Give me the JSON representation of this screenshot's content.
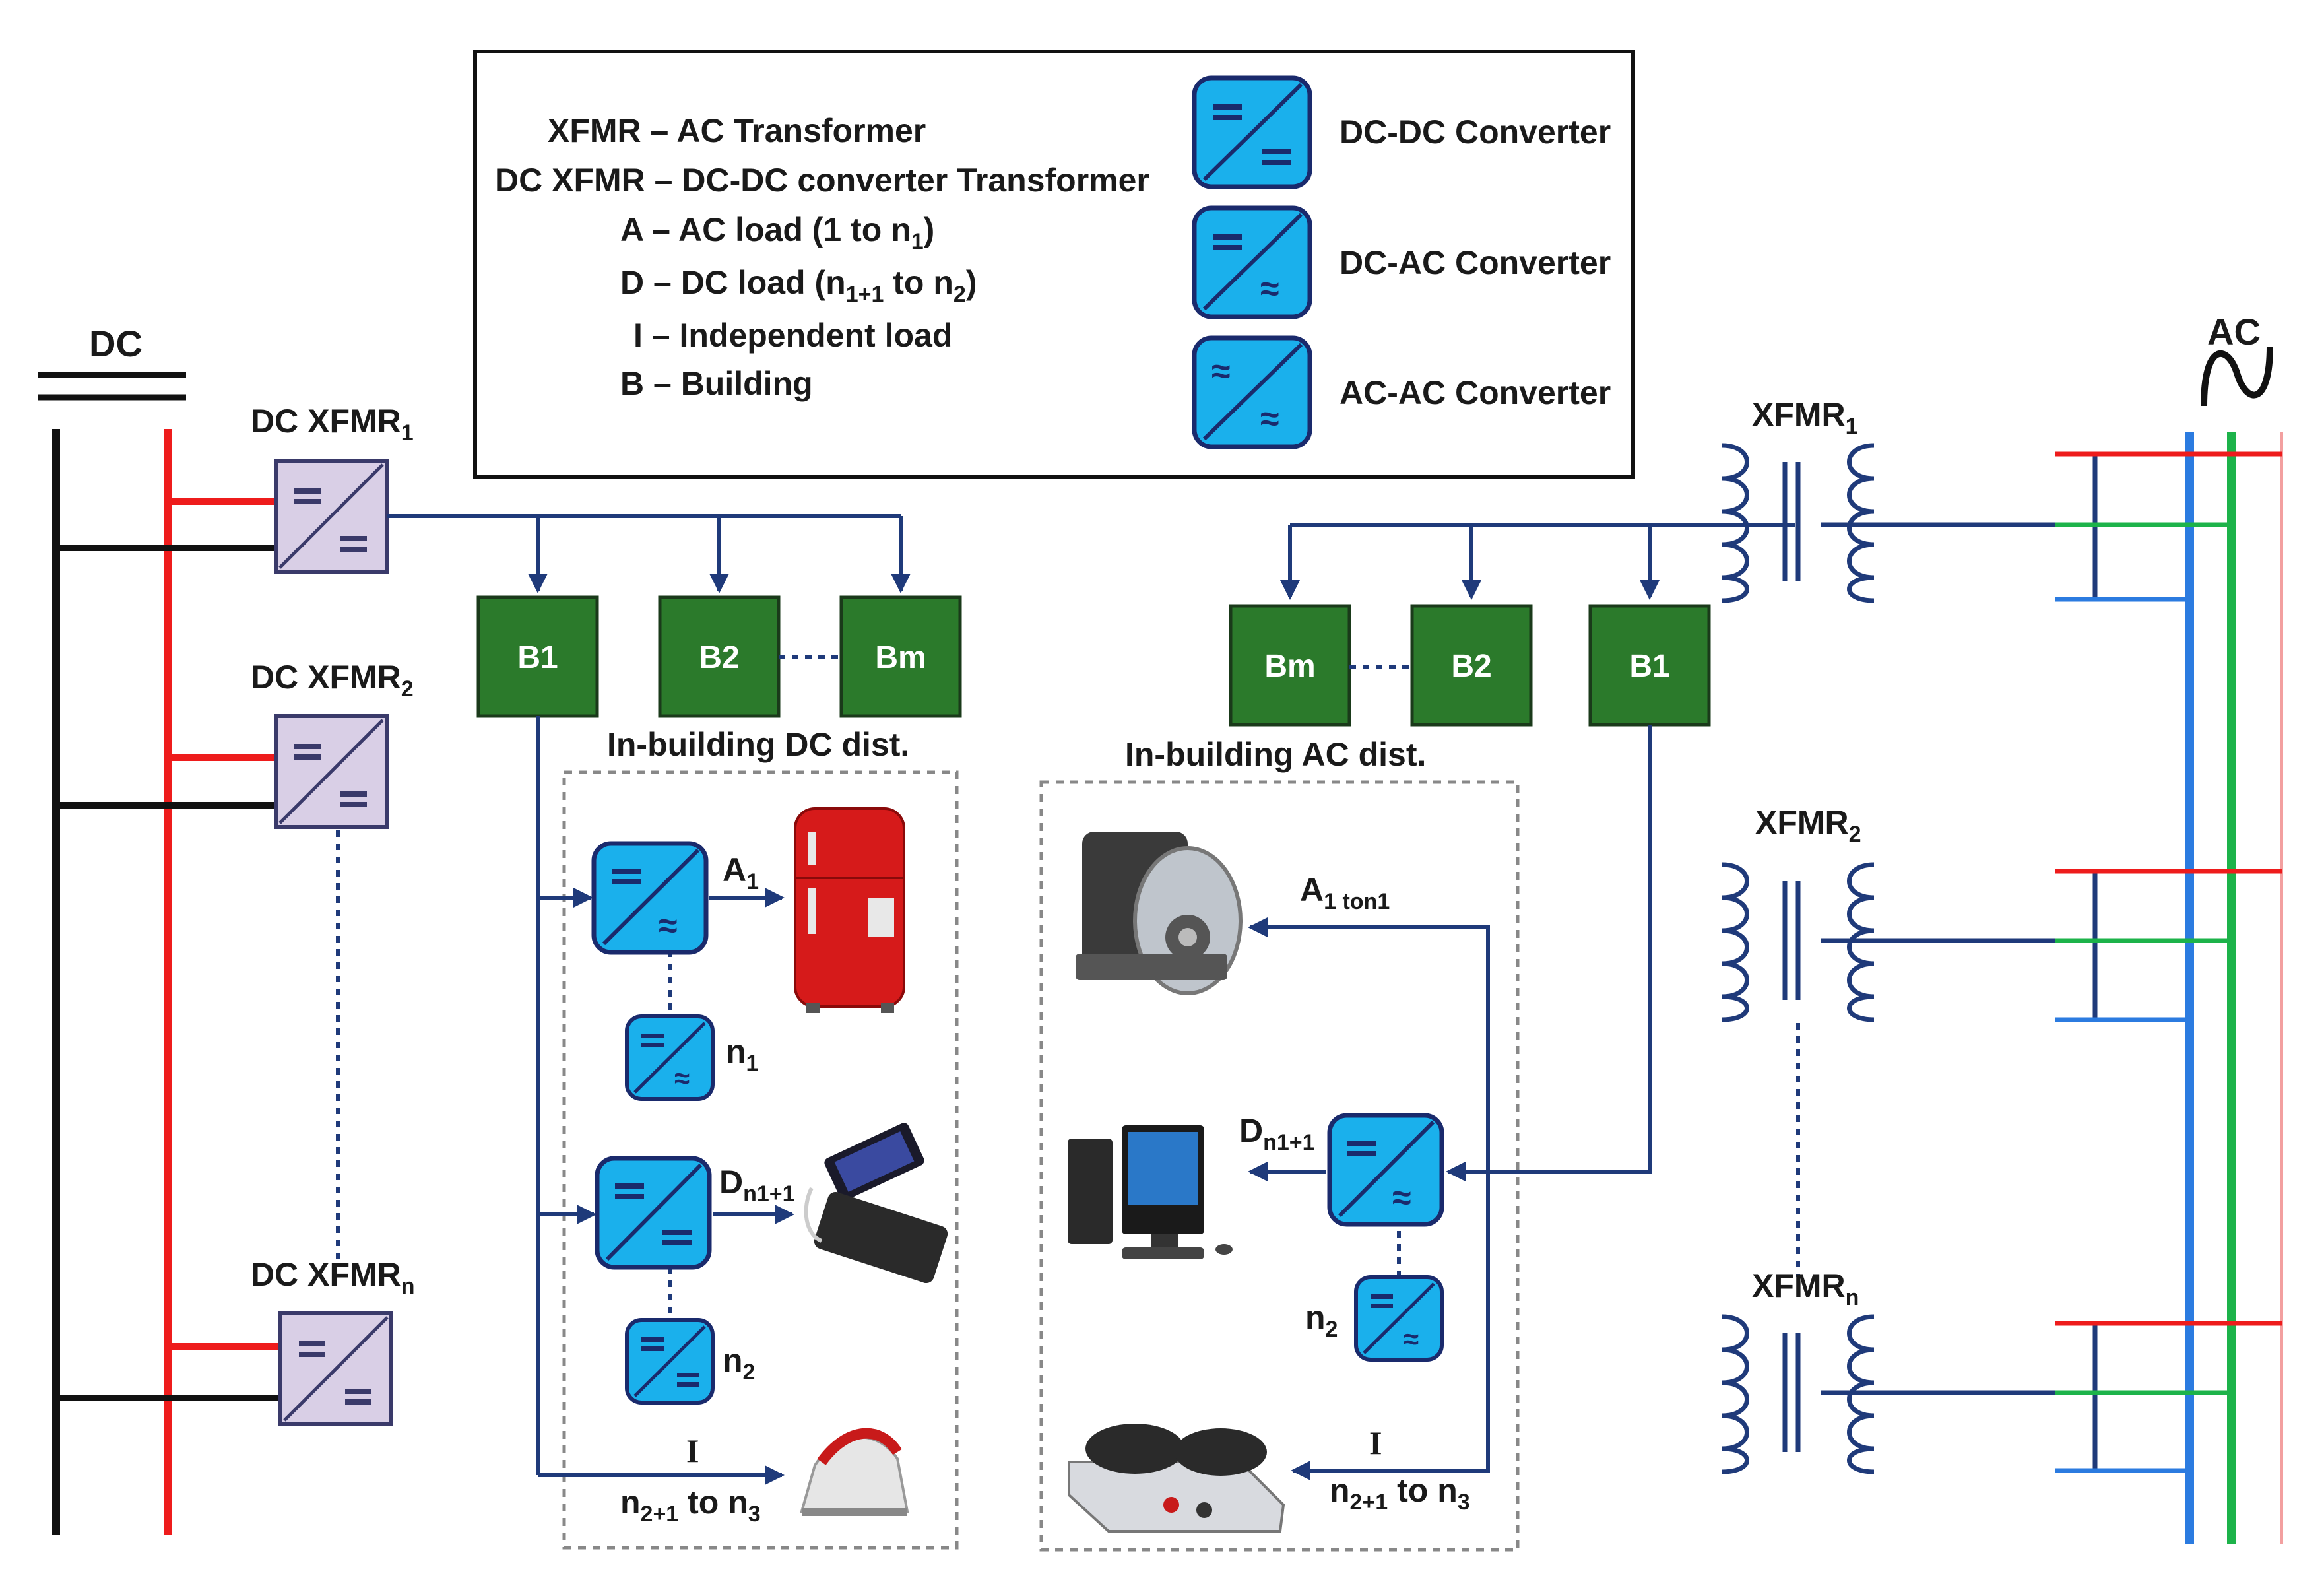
{
  "legend": {
    "items": [
      "XFMR – AC Transformer",
      "DC XFMR – DC-DC converter Transformer",
      "A – AC load (1 to n",
      "D – DC load (n",
      "I – Independent load",
      "B – Building"
    ],
    "subs": {
      "a_sub": "1",
      "a_close": ")",
      "d_sub": "1+1",
      "d_tail": " to n",
      "d_sub2": "2",
      "d_close": ")"
    },
    "symbols": [
      "DC-DC Converter",
      "DC-AC Converter",
      "AC-AC Converter"
    ]
  },
  "dc_side": {
    "bus_label": "DC",
    "xfmr_label": "DC XFMR",
    "xfmr_subs": [
      "1",
      "2",
      "n"
    ],
    "buildings": [
      "B1",
      "B2",
      "Bm"
    ],
    "dist_label": "In-building DC dist.",
    "labels": {
      "a": "A",
      "a_sub": "1",
      "n1": "n",
      "n1_sub": "1",
      "d": "D",
      "d_sub": "n1+1",
      "n2": "n",
      "n2_sub": "2",
      "i": "I",
      "range_n": "n",
      "range_sub": "2+1",
      "range_to": " to n",
      "range_sub2": "3"
    }
  },
  "ac_side": {
    "bus_label": "AC",
    "xfmr_label": "XFMR",
    "xfmr_subs": [
      "1",
      "2",
      "n"
    ],
    "buildings": [
      "Bm",
      "B2",
      "B1"
    ],
    "dist_label": "In-building AC dist.",
    "labels": {
      "a": "A",
      "a_sub": "1 ton1",
      "d": "D",
      "d_sub": "n1+1",
      "n2": "n",
      "n2_sub": "2",
      "i": "I",
      "range_n": "n",
      "range_sub": "2+1",
      "range_to": " to n",
      "range_sub2": "3"
    }
  },
  "colors": {
    "converter_fill": "#1ab0ec",
    "converter_border": "#1a2a6c",
    "dc_xfmr_fill": "#d9cfe6",
    "building_fill": "#2b7a2b",
    "wire_dark": "#1f3a7a",
    "red": "#ee1c1c",
    "green": "#1db34a",
    "blue": "#2b7be0"
  }
}
